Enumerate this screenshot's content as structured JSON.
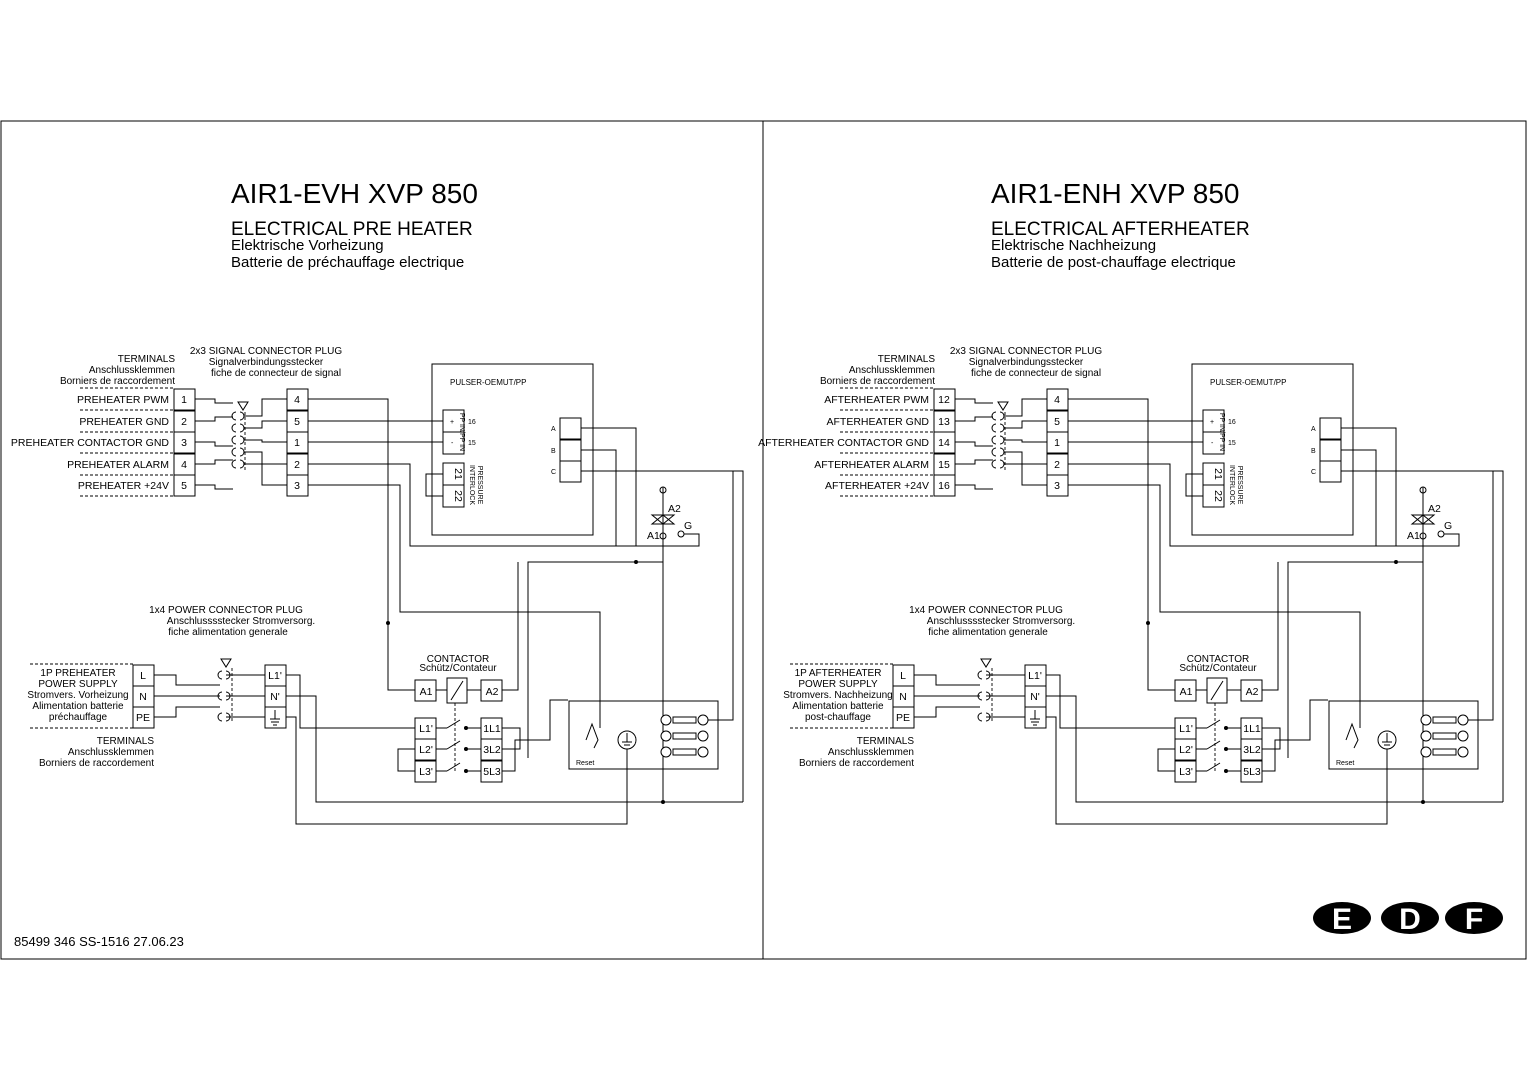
{
  "footer": {
    "doc_ref": "85499 346   SS-1516   27.06.23"
  },
  "language_badges": [
    "E",
    "D",
    "F"
  ],
  "common": {
    "signal_connector": [
      "2x3 SIGNAL CONNECTOR PLUG",
      "Signalverbindungsstecker",
      "fiche de connecteur de signal"
    ],
    "terminals_heading": [
      "TERMINALS",
      "Anschlussklemmen",
      "Borniers de raccordement"
    ],
    "pulser_label": "PULSER-OEMUT/PP",
    "pp_in_label": "PP IN/PP IN",
    "pp_plus": "+",
    "pp_minus": "-",
    "pp_pins": [
      "16",
      "15"
    ],
    "interlock_pins": [
      "21",
      "22"
    ],
    "interlock_label": [
      "PRESSURE",
      "INTERLOCK"
    ],
    "abc": [
      "A",
      "B",
      "C"
    ],
    "triac": {
      "a2": "A2",
      "a1": "A1",
      "g": "G"
    },
    "power_connector": [
      "1x4 POWER CONNECTOR PLUG",
      "Anschlusssstecker Stromversorg.",
      "fiche alimentation generale"
    ],
    "contactor_label": [
      "CONTACTOR",
      "Schütz/Contateur"
    ],
    "coil": [
      "A1",
      "A2"
    ],
    "contactor_left": [
      "L1'",
      "L2'",
      "L3'"
    ],
    "contactor_right": [
      "1L1",
      "3L2",
      "5L3"
    ],
    "power_out": [
      "L1'",
      "N'"
    ],
    "power_in": [
      "L",
      "N",
      "PE"
    ],
    "reset_label": "Reset",
    "plug_pins": [
      "4",
      "5",
      "1",
      "2",
      "3"
    ]
  },
  "panels": [
    {
      "title": "AIR1-EVH XVP 850",
      "subtitle_en": "ELECTRICAL PRE HEATER",
      "subtitle_de": "Elektrische Vorheizung",
      "subtitle_fr": "Batterie de préchauffage electrique",
      "terminals": [
        {
          "label": "PREHEATER PWM",
          "num": "1"
        },
        {
          "label": "PREHEATER GND",
          "num": "2"
        },
        {
          "label": "PREHEATER CONTACTOR GND",
          "num": "3"
        },
        {
          "label": "PREHEATER ALARM",
          "num": "4"
        },
        {
          "label": "PREHEATER +24V",
          "num": "5"
        }
      ],
      "power_supply": [
        "1P PREHEATER",
        "POWER SUPPLY",
        "Stromvers. Vorheizung",
        "Alimentation batterie",
        "préchauffage"
      ],
      "terminals_bottom": [
        "TERMINALS",
        "Anschlussklemmen",
        "Borniers de raccordement"
      ]
    },
    {
      "title": "AIR1-ENH XVP 850",
      "subtitle_en": "ELECTRICAL AFTERHEATER",
      "subtitle_de": "Elektrische Nachheizung",
      "subtitle_fr": "Batterie de post-chauffage electrique",
      "terminals": [
        {
          "label": "AFTERHEATER PWM",
          "num": "12"
        },
        {
          "label": "AFTERHEATER GND",
          "num": "13"
        },
        {
          "label": "AFTERHEATER CONTACTOR GND",
          "num": "14"
        },
        {
          "label": "AFTERHEATER ALARM",
          "num": "15"
        },
        {
          "label": "AFTERHEATER +24V",
          "num": "16"
        }
      ],
      "power_supply": [
        "1P AFTERHEATER",
        "POWER SUPPLY",
        "Stromvers. Nachheizung",
        "Alimentation batterie",
        "post-chauffage"
      ],
      "terminals_bottom": [
        "TERMINALS",
        "Anschlussklemmen",
        "Borniers de raccordement"
      ]
    }
  ]
}
